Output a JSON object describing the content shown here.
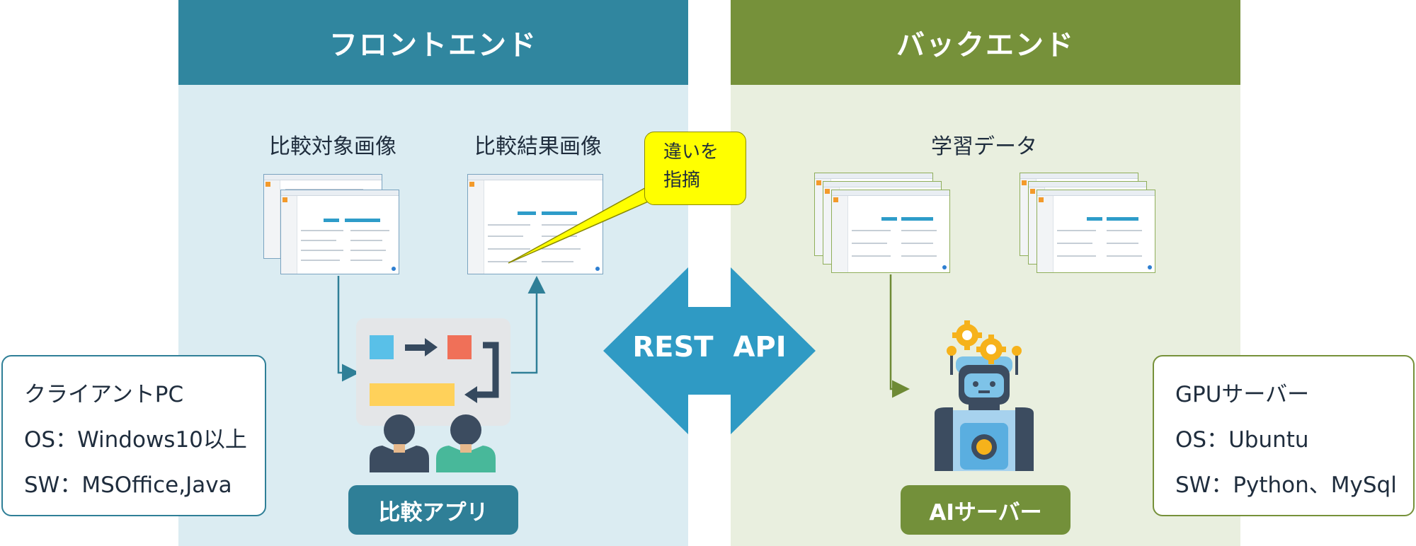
{
  "frontend": {
    "header": "フロントエンド",
    "caption_target": "比較対象画像",
    "caption_result": "比較結果画像",
    "callout": [
      "違いを",
      "指摘"
    ],
    "app_label": "比較アプリ",
    "colors": {
      "header": "#30869f",
      "panel": "#dbecf2",
      "pill": "#2f7f97"
    }
  },
  "backend": {
    "header": "バックエンド",
    "caption_training": "学習データ",
    "server_label": "AIサーバー",
    "colors": {
      "header": "#76913a",
      "panel": "#e9efdf",
      "pill": "#73903a"
    }
  },
  "api": {
    "label": "REST  API",
    "color": "#2f9ac4"
  },
  "client_box": {
    "lines": [
      "クライアントPC",
      "OS：Windows10以上",
      "SW：MSOffice,Java"
    ],
    "border_color": "#2f7f97"
  },
  "server_box": {
    "lines": [
      "GPUサーバー",
      "OS：Ubuntu",
      "SW：Python、MySql"
    ],
    "border_color": "#76913a"
  },
  "icons": [
    "compare-app-icon",
    "users-icon",
    "robot-icon",
    "gear-icon",
    "screenshot-thumbnail"
  ]
}
